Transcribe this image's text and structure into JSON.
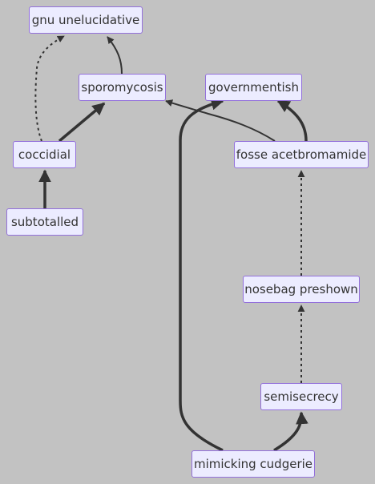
{
  "nodes": {
    "gnu_unelucidative": "gnu unelucidative",
    "sporomycosis": "sporomycosis",
    "governmentish": "governmentish",
    "coccidial": "coccidial",
    "fosse_acetbromamide": "fosse acetbromamide",
    "subtotalled": "subtotalled",
    "nosebag_preshown": "nosebag preshown",
    "semisecrecy": "semisecrecy",
    "mimicking_cudgerie": "mimicking cudgerie"
  },
  "edges": [
    {
      "from": "coccidial",
      "to": "gnu_unelucidative",
      "style": "dotted"
    },
    {
      "from": "sporomycosis",
      "to": "gnu_unelucidative",
      "style": "solid"
    },
    {
      "from": "coccidial",
      "to": "sporomycosis",
      "style": "thick"
    },
    {
      "from": "fosse_acetbromamide",
      "to": "sporomycosis",
      "style": "solid"
    },
    {
      "from": "fosse_acetbromamide",
      "to": "governmentish",
      "style": "thick"
    },
    {
      "from": "mimicking_cudgerie",
      "to": "governmentish",
      "style": "thick"
    },
    {
      "from": "subtotalled",
      "to": "coccidial",
      "style": "thick"
    },
    {
      "from": "nosebag_preshown",
      "to": "fosse_acetbromamide",
      "style": "dotted"
    },
    {
      "from": "semisecrecy",
      "to": "nosebag_preshown",
      "style": "dotted"
    },
    {
      "from": "mimicking_cudgerie",
      "to": "semisecrecy",
      "style": "thick"
    }
  ],
  "colors": {
    "background": "#c2c2c2",
    "node_fill": "#ececff",
    "node_border": "#9370db",
    "edge": "#333333"
  }
}
